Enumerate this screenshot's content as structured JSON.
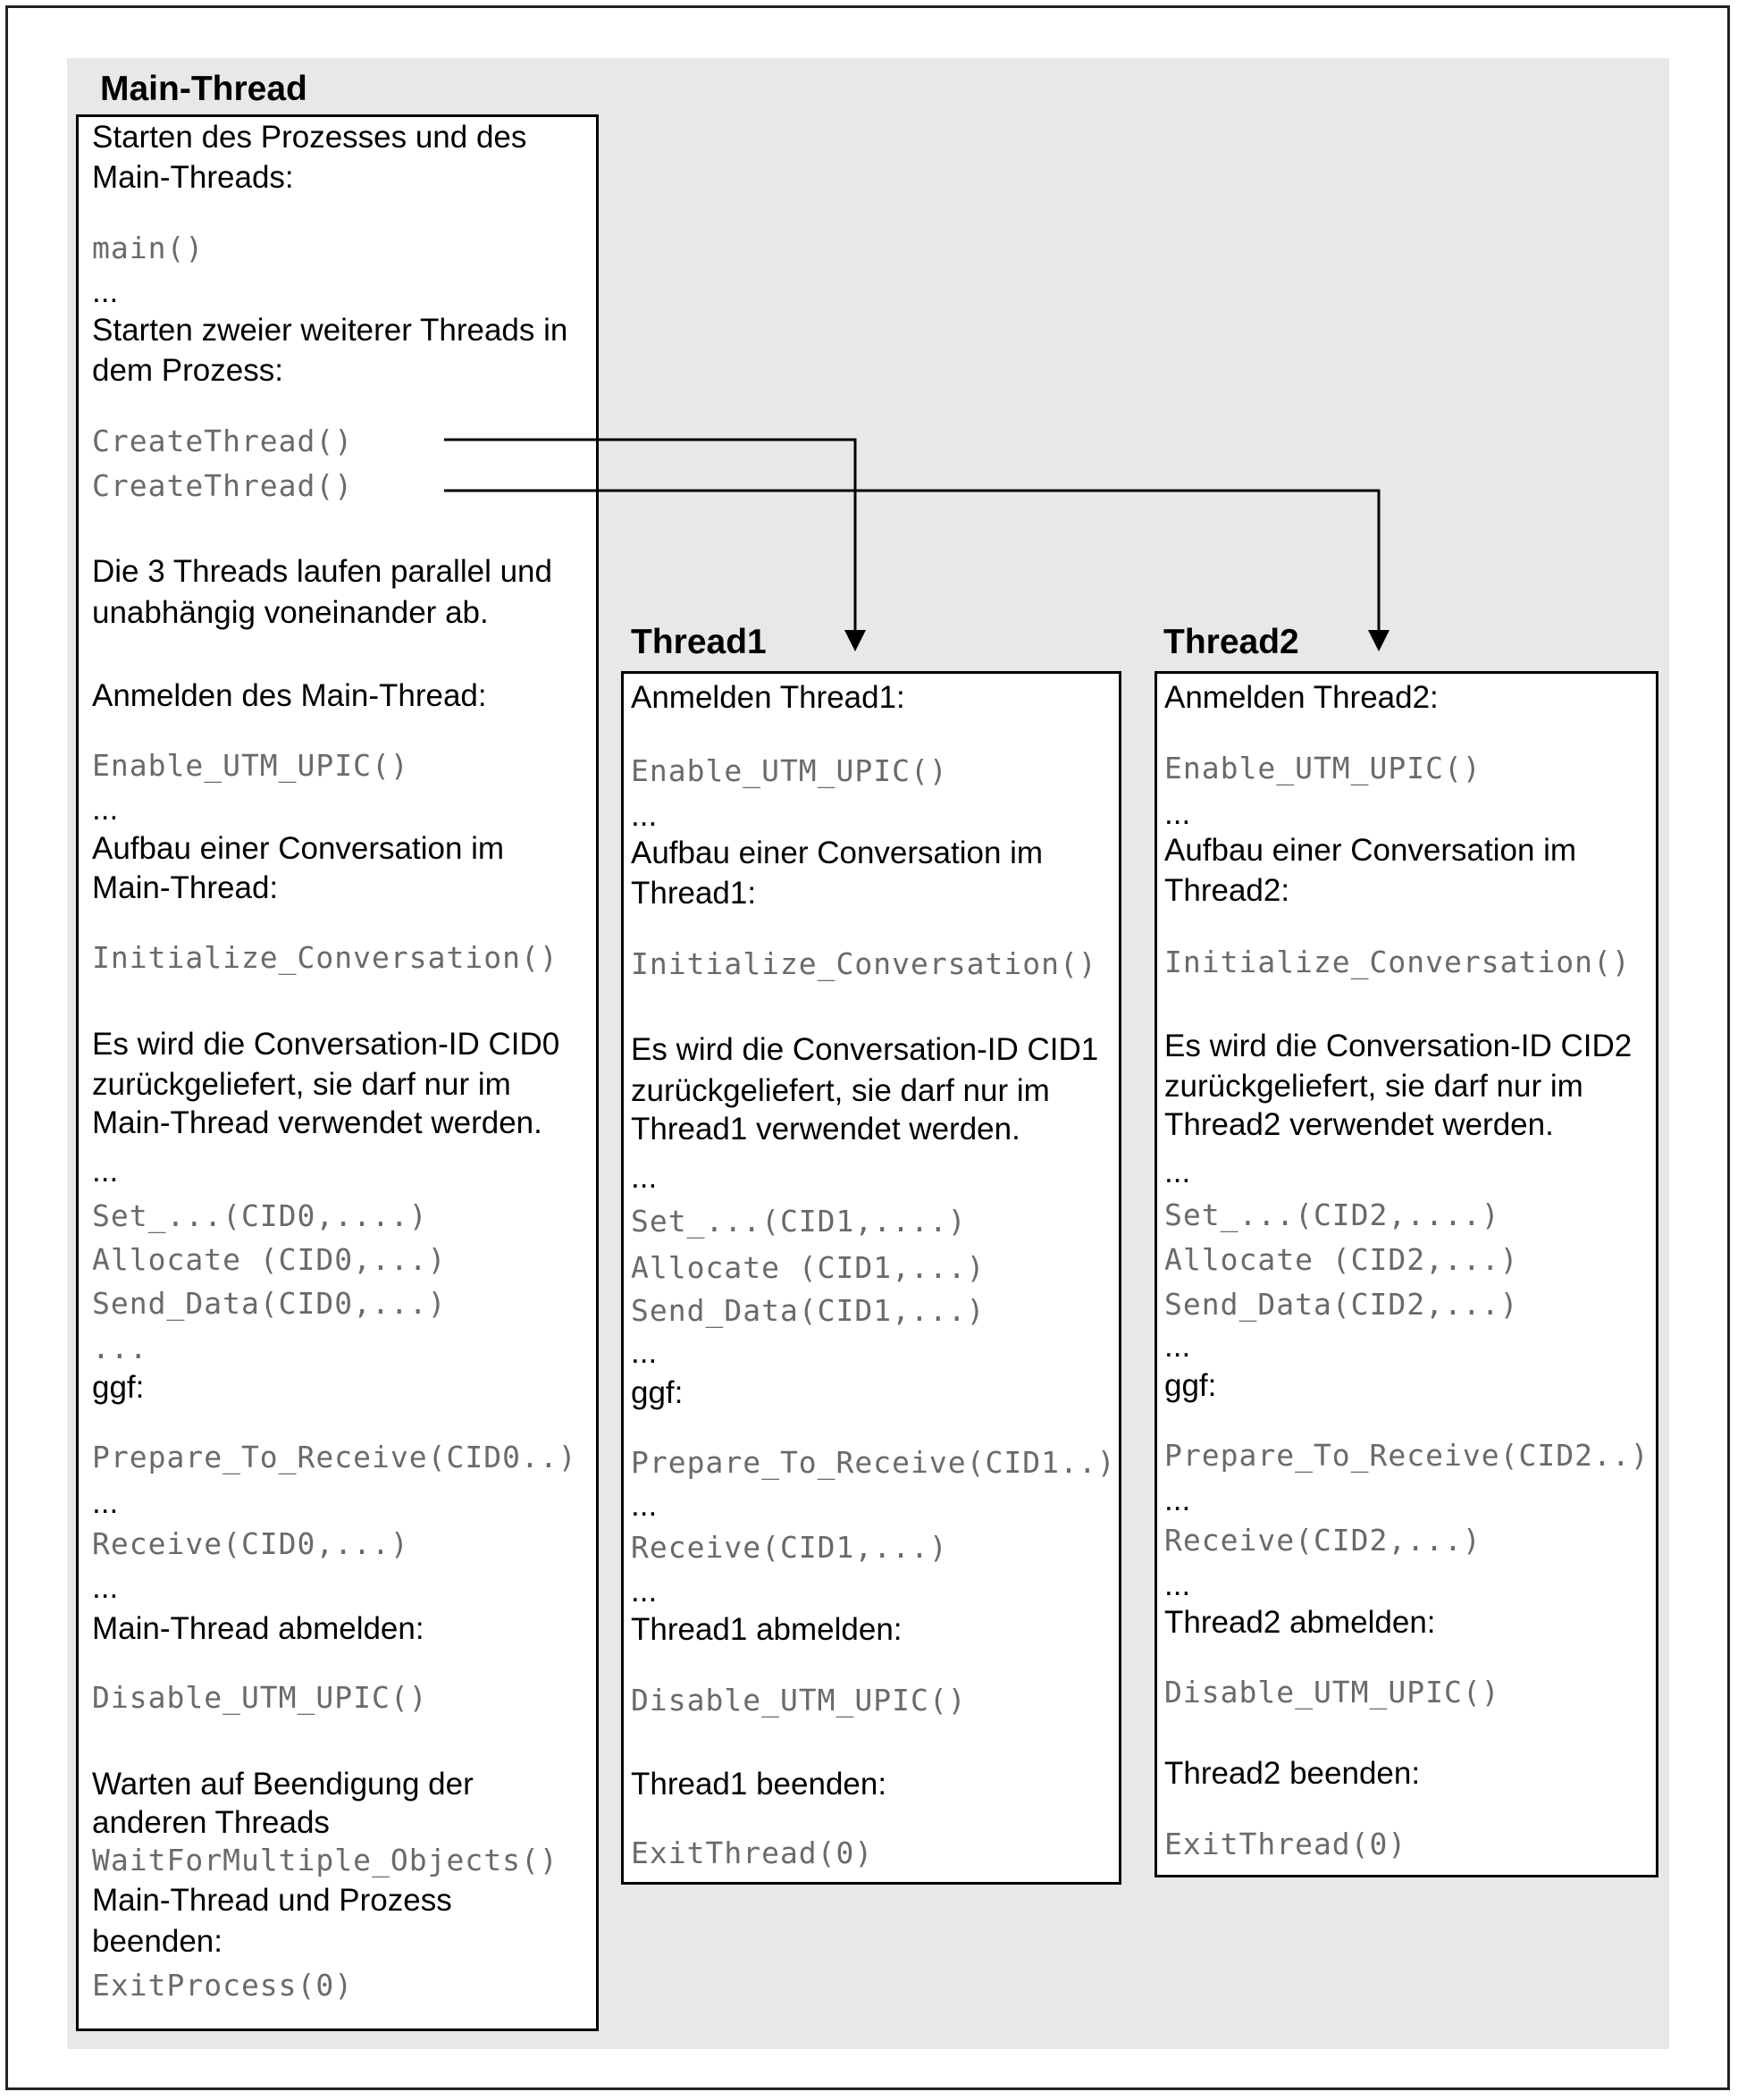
{
  "main_thread": {
    "title": "Main-Thread",
    "lines": [
      {
        "kind": "t",
        "text": "Starten des Prozesses und des"
      },
      {
        "kind": "t",
        "text": "Main-Threads:"
      },
      {
        "kind": "c",
        "text": "main()"
      },
      {
        "kind": "t",
        "text": "..."
      },
      {
        "kind": "t",
        "text": "Starten zweier weiterer Threads in"
      },
      {
        "kind": "t",
        "text": "dem Prozess:"
      },
      {
        "kind": "c",
        "text": "CreateThread()"
      },
      {
        "kind": "c",
        "text": "CreateThread()"
      },
      {
        "kind": "t",
        "text": "Die 3 Threads laufen parallel und"
      },
      {
        "kind": "t",
        "text": "unabhängig voneinander ab."
      },
      {
        "kind": "t",
        "text": "Anmelden des Main-Thread:"
      },
      {
        "kind": "c",
        "text": "Enable_UTM_UPIC()"
      },
      {
        "kind": "t",
        "text": "..."
      },
      {
        "kind": "t",
        "text": "Aufbau einer Conversation im"
      },
      {
        "kind": "t",
        "text": "Main-Thread:"
      },
      {
        "kind": "c",
        "text": "Initialize_Conversation()"
      },
      {
        "kind": "t",
        "text": "Es wird die Conversation-ID CID0"
      },
      {
        "kind": "t",
        "text": "zurückgeliefert, sie darf nur im"
      },
      {
        "kind": "t",
        "text": "Main-Thread verwendet werden."
      },
      {
        "kind": "t",
        "text": "..."
      },
      {
        "kind": "c",
        "text": "Set_...(CID0,....)"
      },
      {
        "kind": "c",
        "text": "Allocate (CID0,...)"
      },
      {
        "kind": "c",
        "text": "Send_Data(CID0,...)"
      },
      {
        "kind": "c",
        "text": "..."
      },
      {
        "kind": "t",
        "text": "ggf:"
      },
      {
        "kind": "c",
        "text": "Prepare_To_Receive(CID0..)"
      },
      {
        "kind": "t",
        "text": "..."
      },
      {
        "kind": "c",
        "text": "Receive(CID0,...)"
      },
      {
        "kind": "t",
        "text": "..."
      },
      {
        "kind": "t",
        "text": "Main-Thread abmelden:"
      },
      {
        "kind": "c",
        "text": "Disable_UTM_UPIC()"
      },
      {
        "kind": "t",
        "text": "Warten auf Beendigung der"
      },
      {
        "kind": "t",
        "text": "anderen Threads"
      },
      {
        "kind": "c",
        "text": "WaitForMultiple_Objects()"
      },
      {
        "kind": "t",
        "text": "Main-Thread und Prozess"
      },
      {
        "kind": "t",
        "text": "beenden:"
      },
      {
        "kind": "c",
        "text": "ExitProcess(0)"
      }
    ]
  },
  "thread1": {
    "title": "Thread1",
    "lines": [
      {
        "kind": "t",
        "text": "Anmelden Thread1:"
      },
      {
        "kind": "c",
        "text": "Enable_UTM_UPIC()"
      },
      {
        "kind": "t",
        "text": "..."
      },
      {
        "kind": "t",
        "text": "Aufbau einer Conversation im"
      },
      {
        "kind": "t",
        "text": "Thread1:"
      },
      {
        "kind": "c",
        "text": "Initialize_Conversation()"
      },
      {
        "kind": "t",
        "text": "Es wird die Conversation-ID CID1"
      },
      {
        "kind": "t",
        "text": "zurückgeliefert, sie darf nur im"
      },
      {
        "kind": "t",
        "text": "Thread1 verwendet werden."
      },
      {
        "kind": "t",
        "text": "..."
      },
      {
        "kind": "c",
        "text": "Set_...(CID1,....)"
      },
      {
        "kind": "c",
        "text": "Allocate (CID1,...)"
      },
      {
        "kind": "c",
        "text": "Send_Data(CID1,...)"
      },
      {
        "kind": "t",
        "text": "..."
      },
      {
        "kind": "t",
        "text": "ggf:"
      },
      {
        "kind": "c",
        "text": "Prepare_To_Receive(CID1..)"
      },
      {
        "kind": "t",
        "text": "..."
      },
      {
        "kind": "c",
        "text": "Receive(CID1,...)"
      },
      {
        "kind": "t",
        "text": "..."
      },
      {
        "kind": "t",
        "text": "Thread1 abmelden:"
      },
      {
        "kind": "c",
        "text": "Disable_UTM_UPIC()"
      },
      {
        "kind": "t",
        "text": "Thread1 beenden:"
      },
      {
        "kind": "c",
        "text": "ExitThread(0)"
      }
    ]
  },
  "thread2": {
    "title": "Thread2",
    "lines": [
      {
        "kind": "t",
        "text": "Anmelden Thread2:"
      },
      {
        "kind": "c",
        "text": "Enable_UTM_UPIC()"
      },
      {
        "kind": "t",
        "text": "..."
      },
      {
        "kind": "t",
        "text": "Aufbau einer Conversation im"
      },
      {
        "kind": "t",
        "text": "Thread2:"
      },
      {
        "kind": "c",
        "text": "Initialize_Conversation()"
      },
      {
        "kind": "t",
        "text": "Es wird die Conversation-ID CID2"
      },
      {
        "kind": "t",
        "text": "zurückgeliefert, sie darf nur im"
      },
      {
        "kind": "t",
        "text": "Thread2 verwendet werden."
      },
      {
        "kind": "t",
        "text": "..."
      },
      {
        "kind": "c",
        "text": "Set_...(CID2,....)"
      },
      {
        "kind": "c",
        "text": "Allocate (CID2,...)"
      },
      {
        "kind": "c",
        "text": "Send_Data(CID2,...)"
      },
      {
        "kind": "t",
        "text": "..."
      },
      {
        "kind": "t",
        "text": "ggf:"
      },
      {
        "kind": "c",
        "text": "Prepare_To_Receive(CID2..)"
      },
      {
        "kind": "t",
        "text": "..."
      },
      {
        "kind": "c",
        "text": "Receive(CID2,...)"
      },
      {
        "kind": "t",
        "text": "..."
      },
      {
        "kind": "t",
        "text": "Thread2 abmelden:"
      },
      {
        "kind": "c",
        "text": "Disable_UTM_UPIC()"
      },
      {
        "kind": "t",
        "text": "Thread2 beenden:"
      },
      {
        "kind": "c",
        "text": "ExitThread(0)"
      }
    ]
  },
  "connectors": [
    {
      "from": "main_thread CreateThread() #1",
      "to": "thread1"
    },
    {
      "from": "main_thread CreateThread() #2",
      "to": "thread2"
    }
  ]
}
